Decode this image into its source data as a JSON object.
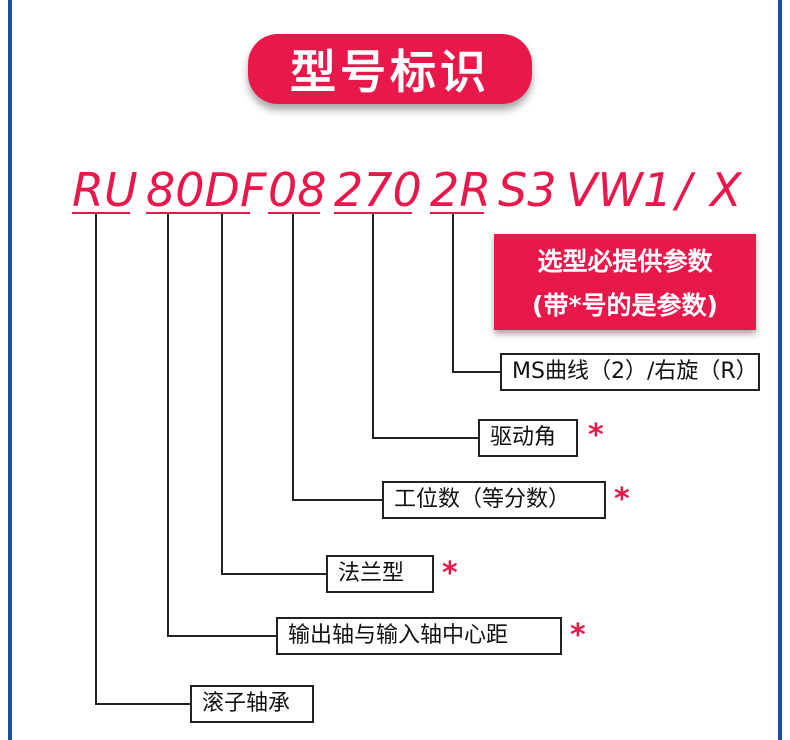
{
  "title": "型号标识",
  "code_segments": [
    {
      "id": "ru",
      "text": "RU"
    },
    {
      "id": "80df",
      "text": "80DF"
    },
    {
      "id": "08",
      "text": "08"
    },
    {
      "id": "270",
      "text": "270"
    },
    {
      "id": "2r",
      "text": "2R"
    },
    {
      "id": "s3",
      "text": "S3"
    },
    {
      "id": "vw1",
      "text": "VW1"
    },
    {
      "id": "slash",
      "text": "/"
    },
    {
      "id": "x",
      "text": "X"
    }
  ],
  "note": {
    "line1": "选型必提供参数",
    "line2": "(带*号的是参数)"
  },
  "labels": {
    "curve": "MS曲线（2）/右旋（R）",
    "drive_angle": "驱动角",
    "stations": "工位数（等分数）",
    "flange": "法兰型",
    "center_distance": "输出轴与输入轴中心距",
    "roller": "滚子轴承"
  },
  "star_symbol": "*",
  "colors": {
    "accent": "#e8194a",
    "frame": "#1a4fa0",
    "line": "#222222"
  }
}
